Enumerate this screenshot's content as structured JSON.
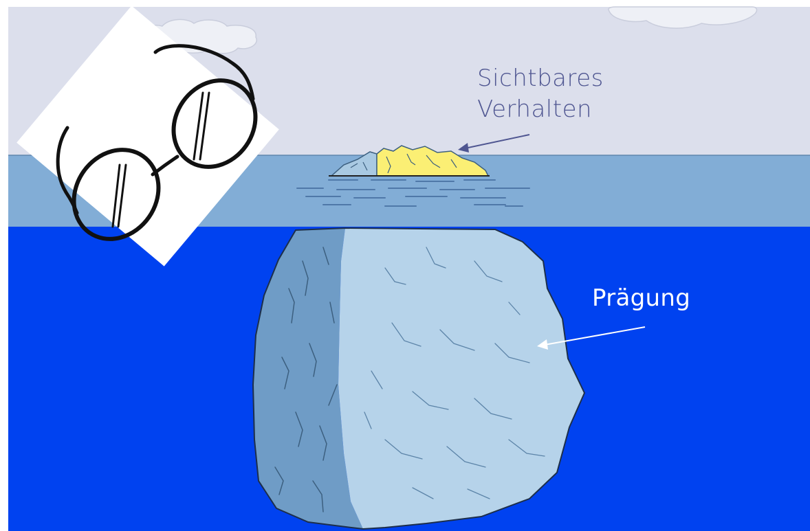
{
  "labels": {
    "visible_behavior_line1": "Sichtbares",
    "visible_behavior_line2": "Verhalten",
    "imprint": "Prägung"
  },
  "colors": {
    "sky": "#dcdfec",
    "surface_water": "#82add6",
    "deep_water": "#0042f0",
    "iceberg_light": "#b6d3ea",
    "iceberg_shadow": "#6f9cc6",
    "iceberg_crack": "#3c5f7f",
    "tip_yellow": "#fbef74",
    "label_visible": "#4f5691",
    "label_imprint": "#ffffff",
    "glasses": "#111111"
  },
  "icons": {
    "glasses": "glasses-icon",
    "clouds": "cloud-icon"
  }
}
